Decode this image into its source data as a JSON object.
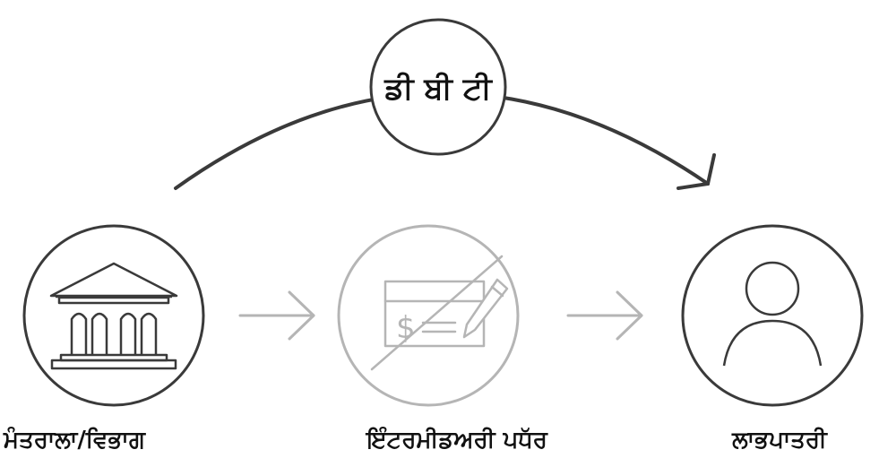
{
  "dbt": {
    "label": "ਡੀ ਬੀ ਟੀ"
  },
  "nodes": {
    "ministry": {
      "label": "ਮੰਤਰਾਲਾ/ਵਿਭਾਗ",
      "icon": "bank-building-icon"
    },
    "intermediary": {
      "label": "ਇੰਟਰਮੀਡਅਰੀ ਪਧੱਰ",
      "icon": "crossed-out-cheque-icon"
    },
    "beneficiary": {
      "label": "ਲਾਭਪਾਤਰੀ",
      "icon": "person-icon"
    }
  },
  "colors": {
    "dark": "#3a3a3a",
    "faded": "#b5b5b5",
    "text": "#111111"
  }
}
